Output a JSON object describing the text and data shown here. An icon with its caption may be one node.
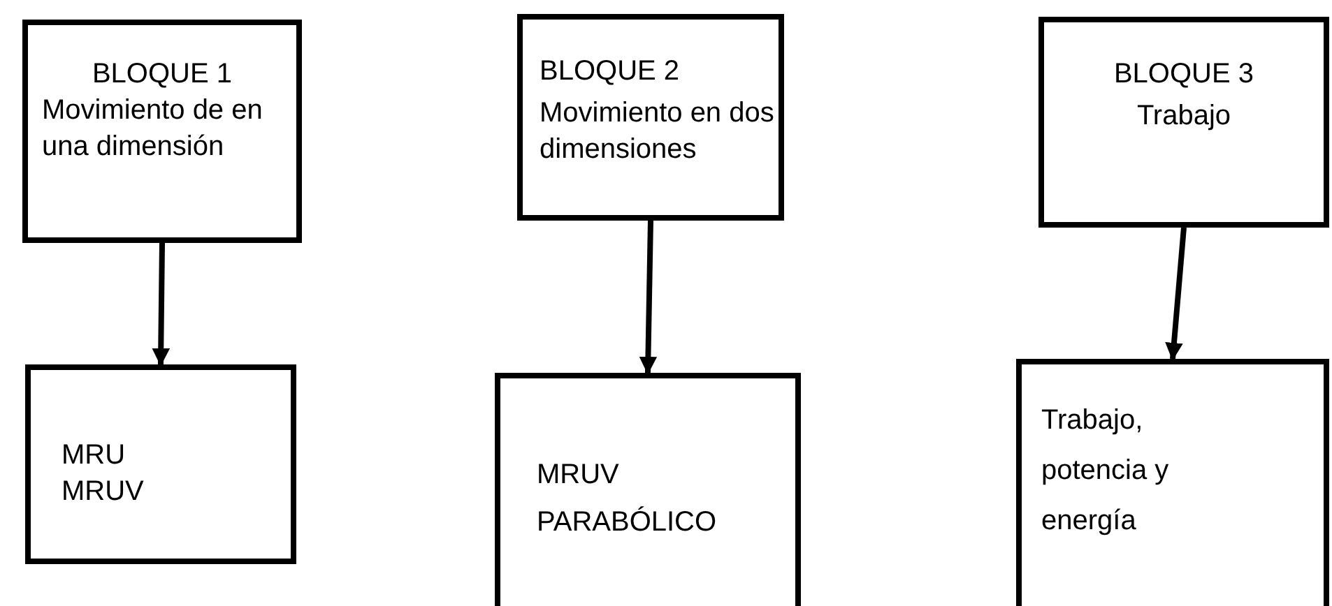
{
  "diagram": {
    "nodes": [
      {
        "text": [
          "BLOQUE 1",
          "Movimiento de en una dimensión"
        ]
      },
      {
        "text": [
          "MRU",
          "MRUV"
        ]
      },
      {
        "text": [
          "BLOQUE 2",
          "Movimiento en dos dimensiones"
        ]
      },
      {
        "text": [
          "MRUV",
          "PARABÓLICO"
        ]
      },
      {
        "text": [
          "BLOQUE 3",
          "Trabajo"
        ]
      },
      {
        "text": [
          "Trabajo, potencia y energía"
        ]
      }
    ],
    "edges": [
      {
        "from": 0,
        "to": 1,
        "arrow": "to"
      },
      {
        "from": 2,
        "to": 3,
        "arrow": "to"
      },
      {
        "from": 4,
        "to": 5,
        "arrow": "to"
      }
    ]
  }
}
